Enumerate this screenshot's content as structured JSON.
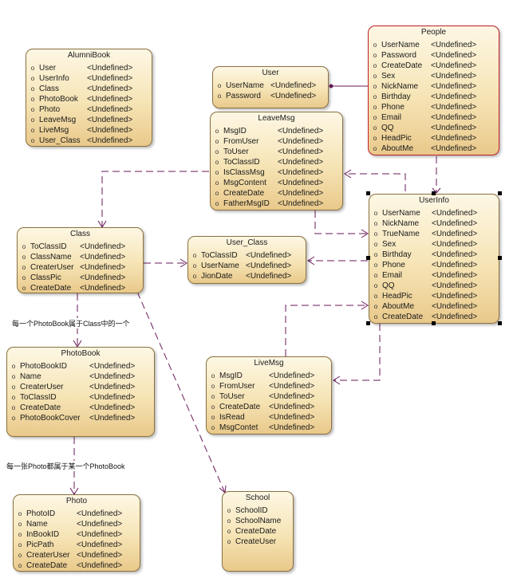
{
  "entities": {
    "alumnibook": {
      "title": "AlumniBook",
      "attributes": [
        {
          "name": "User",
          "type": "<Undefined>"
        },
        {
          "name": "UserInfo",
          "type": "<Undefined>"
        },
        {
          "name": "Class",
          "type": "<Undefined>"
        },
        {
          "name": "PhotoBook",
          "type": "<Undefined>"
        },
        {
          "name": "Photo",
          "type": "<Undefined>"
        },
        {
          "name": "LeaveMsg",
          "type": "<Undefined>"
        },
        {
          "name": "LiveMsg",
          "type": "<Undefined>"
        },
        {
          "name": "User_Class",
          "type": "<Undefined>"
        }
      ]
    },
    "user": {
      "title": "User",
      "attributes": [
        {
          "name": "UserName",
          "type": "<Undefined>"
        },
        {
          "name": "Password",
          "type": "<Undefined>"
        }
      ]
    },
    "people": {
      "title": "People",
      "attributes": [
        {
          "name": "UserName",
          "type": "<Undefined>"
        },
        {
          "name": "Password",
          "type": "<Undefined>"
        },
        {
          "name": "CreateDate",
          "type": "<Undefined>"
        },
        {
          "name": "Sex",
          "type": "<Undefined>"
        },
        {
          "name": "NickName",
          "type": "<Undefined>"
        },
        {
          "name": "Birthday",
          "type": "<Undefined>"
        },
        {
          "name": "Phone",
          "type": "<Undefined>"
        },
        {
          "name": "Email",
          "type": "<Undefined>"
        },
        {
          "name": "QQ",
          "type": "<Undefined>"
        },
        {
          "name": "HeadPic",
          "type": "<Undefined>"
        },
        {
          "name": "AboutMe",
          "type": "<Undefined>"
        }
      ]
    },
    "leavemsg": {
      "title": "LeaveMsg",
      "attributes": [
        {
          "name": "MsgID",
          "type": "<Undefined>"
        },
        {
          "name": "FromUser",
          "type": "<Undefined>"
        },
        {
          "name": "ToUser",
          "type": "<Undefined>"
        },
        {
          "name": "ToClassID",
          "type": "<Undefined>"
        },
        {
          "name": "IsClassMsg",
          "type": "<Undefined>"
        },
        {
          "name": "MsgContent",
          "type": "<Undefined>"
        },
        {
          "name": "CreateDate",
          "type": "<Undefined>"
        },
        {
          "name": "FatherMsgID",
          "type": "<Undefined>"
        }
      ]
    },
    "userinfo": {
      "title": "UserInfo",
      "attributes": [
        {
          "name": "UserName",
          "type": "<Undefined>"
        },
        {
          "name": "NickName",
          "type": "<Undefined>"
        },
        {
          "name": "TrueName",
          "type": "<Undefined>"
        },
        {
          "name": "Sex",
          "type": "<Undefined>"
        },
        {
          "name": "Birthday",
          "type": "<Undefined>"
        },
        {
          "name": "Phone",
          "type": "<Undefined>"
        },
        {
          "name": "Email",
          "type": "<Undefined>"
        },
        {
          "name": "QQ",
          "type": "<Undefined>"
        },
        {
          "name": "HeadPic",
          "type": "<Undefined>"
        },
        {
          "name": "AboutMe",
          "type": "<Undefined>"
        },
        {
          "name": "CreateDate",
          "type": "<Undefined>"
        }
      ]
    },
    "class": {
      "title": "Class",
      "attributes": [
        {
          "name": "ToClassID",
          "type": "<Undefined>"
        },
        {
          "name": "ClassName",
          "type": "<Undefined>"
        },
        {
          "name": "CreaterUser",
          "type": "<Undefined>"
        },
        {
          "name": "ClassPic",
          "type": "<Undefined>"
        },
        {
          "name": "CreateDate",
          "type": "<Undefined>"
        }
      ]
    },
    "user_class": {
      "title": "User_Class",
      "attributes": [
        {
          "name": "ToClassID",
          "type": "<Undefined>"
        },
        {
          "name": "UserName",
          "type": "<Undefined>"
        },
        {
          "name": "JionDate",
          "type": "<Undefined>"
        }
      ]
    },
    "photobook": {
      "title": "PhotoBook",
      "attributes": [
        {
          "name": "PhotoBookID",
          "type": "<Undefined>"
        },
        {
          "name": "Name",
          "type": "<Undefined>"
        },
        {
          "name": "CreaterUser",
          "type": "<Undefined>"
        },
        {
          "name": "ToClassID",
          "type": "<Undefined>"
        },
        {
          "name": "CreateDate",
          "type": "<Undefined>"
        },
        {
          "name": "PhotoBookCover",
          "type": "<Undefined>"
        }
      ]
    },
    "livemsg": {
      "title": "LiveMsg",
      "attributes": [
        {
          "name": "MsgID",
          "type": "<Undefined>"
        },
        {
          "name": "FromUser",
          "type": "<Undefined>"
        },
        {
          "name": "ToUser",
          "type": "<Undefined>"
        },
        {
          "name": "CreateDate",
          "type": "<Undefined>"
        },
        {
          "name": "IsRead",
          "type": "<Undefined>"
        },
        {
          "name": "MsgContet",
          "type": "<Undefined>"
        }
      ]
    },
    "photo": {
      "title": "Photo",
      "attributes": [
        {
          "name": "PhotoID",
          "type": "<Undefined>"
        },
        {
          "name": "Name",
          "type": "<Undefined>"
        },
        {
          "name": "InBookID",
          "type": "<Undefined>"
        },
        {
          "name": "PicPath",
          "type": "<Undefined>"
        },
        {
          "name": "CreaterUser",
          "type": "<Undefined>"
        },
        {
          "name": "CreateDate",
          "type": "<Undefined>"
        }
      ]
    },
    "school": {
      "title": "School",
      "attributes": [
        {
          "name": "SchoolID",
          "type": ""
        },
        {
          "name": "SchoolName",
          "type": ""
        },
        {
          "name": "CreateDate",
          "type": ""
        },
        {
          "name": "CreateUser",
          "type": ""
        }
      ]
    }
  },
  "notes": {
    "photobook_belongs_class": "每一个PhotoBook属于Class中的一个",
    "photo_belongs_photobook": "每一张Photo都属于某一个PhotoBook"
  },
  "colors": {
    "connector": "#6a1a5a",
    "entity_fill_top": "#fdf7e4",
    "entity_fill_bottom": "#e9c98b",
    "entity_border": "#8a7140",
    "selected_border": "#c0202a"
  }
}
